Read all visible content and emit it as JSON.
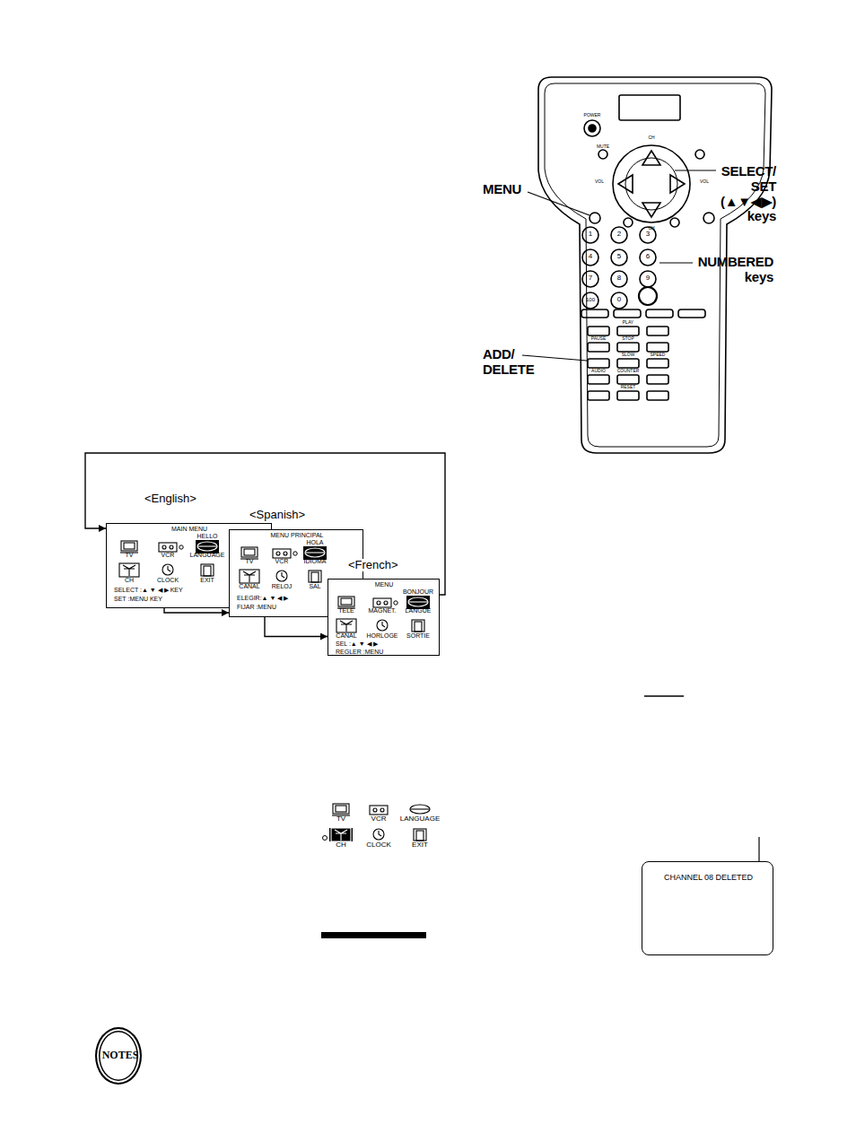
{
  "diagram": {
    "nodes": [
      {
        "text": [
          "<English>",
          "MAIN MENU",
          "TV",
          "VCR",
          "HELLO",
          "LANGUAGE",
          "CH",
          "CLOCK",
          "EXIT",
          "SELECT :▲ ▼ ◀ ▶ KEY",
          "SET :MENU KEY"
        ]
      },
      {
        "text": [
          "<Spanish>",
          "MENU PRINCIPAL",
          "TV",
          "VCR",
          "HOLA",
          "IDIOMA",
          "CANAL",
          "RELOJ",
          "SAL",
          "ELEGIR:▲ ▼ ◀ ▶",
          "FIJAR :MENU"
        ]
      },
      {
        "text": [
          "<French>",
          "MENU",
          "TELE",
          "MAGNET.",
          "BONJOUR",
          "LANGUE",
          "CANAL",
          "HORLOGE",
          "SORTIE",
          "SEL :▲ ▼ ◀ ▶",
          "REGLER :MENU"
        ]
      },
      {
        "text": [
          "CHANNEL 08 DELETED"
        ]
      },
      {
        "text": [
          "NOTES"
        ]
      }
    ],
    "edges": [
      {
        "from": 0,
        "to": 1,
        "arrow": "to"
      },
      {
        "from": 1,
        "to": 2,
        "arrow": "to"
      },
      {
        "from": 2,
        "to": 0,
        "arrow": "to"
      }
    ],
    "labels": [
      "MENU",
      "SELECT/ SET (▲▼◀▶) keys",
      "NUMBERED keys",
      "ADD/ DELETE",
      "1",
      "2",
      "3",
      "4",
      "5",
      "6",
      "7",
      "8",
      "9",
      "100",
      "0",
      "POWER",
      "CH",
      "CH",
      "VOL",
      "VOL",
      "MUTE",
      "PLAY",
      "PAUSE",
      "STOP",
      "SLOW",
      "SPEED",
      "AUDIO",
      "COUNTER",
      "RESET",
      "TV",
      "VCR",
      "LANGUAGE",
      "CH",
      "CLOCK",
      "EXIT"
    ]
  }
}
